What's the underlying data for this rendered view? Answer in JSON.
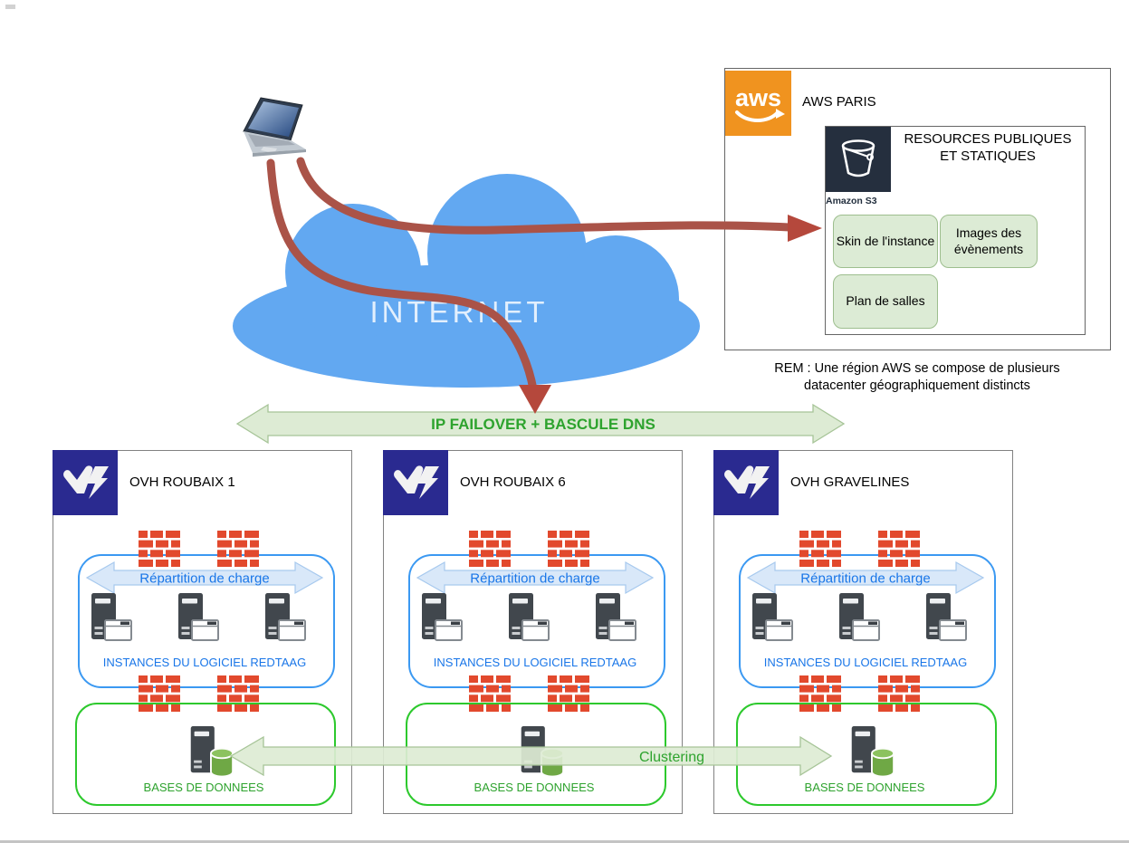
{
  "type": "architecture-diagram",
  "cloud": {
    "label": "INTERNET"
  },
  "client": {
    "device": "laptop"
  },
  "aws": {
    "region_label": "AWS PARIS",
    "logo_text": "aws",
    "s3_label": "Amazon S3",
    "resources_title_1": "RESOURCES PUBLIQUES",
    "resources_title_2": "ET STATIQUES",
    "resources": [
      "Skin de l'instance",
      "Images des évènements",
      "Plan de salles"
    ],
    "note_1": "REM : Une région AWS se compose de plusieurs",
    "note_2": "datacenter géographiquement distincts"
  },
  "failover": {
    "label": "IP FAILOVER + BASCULE DNS"
  },
  "clustering": {
    "label": "Clustering"
  },
  "datacenters": [
    {
      "label": "OVH ROUBAIX 1",
      "lb_label": "Répartition de charge",
      "instances_label": "INSTANCES DU LOGICIEL REDTAAG",
      "db_label": "BASES DE DONNEES"
    },
    {
      "label": "OVH ROUBAIX 6",
      "lb_label": "Répartition de charge",
      "instances_label": "INSTANCES DU LOGICIEL REDTAAG",
      "db_label": "BASES DE DONNEES"
    },
    {
      "label": "OVH GRAVELINES",
      "lb_label": "Répartition de charge",
      "instances_label": "INSTANCES DU LOGICIEL REDTAAG",
      "db_label": "BASES DE DONNEES"
    }
  ],
  "colors": {
    "cloud_blue": "#62A8F1",
    "arrow_red": "#AA5348",
    "aws_orange": "#F0931F",
    "s3_navy": "#252F3E",
    "ovh_navy": "#2A2A90",
    "firewall_red": "#E2492D",
    "lb_border_blue": "#3B99F2",
    "lb_text_blue": "#1976E8",
    "db_border_green": "#2DC92D",
    "green_text": "#2EA32E",
    "soft_green_fill": "#DDEBD4",
    "soft_green_border": "#A6C497",
    "chip_green_fill": "#DCEBD5",
    "chip_green_border": "#9DBE8E",
    "soft_blue_fill": "#D9E8F9",
    "soft_blue_border": "#A7C9EE",
    "db_cylinder_green": "#6FA845"
  }
}
